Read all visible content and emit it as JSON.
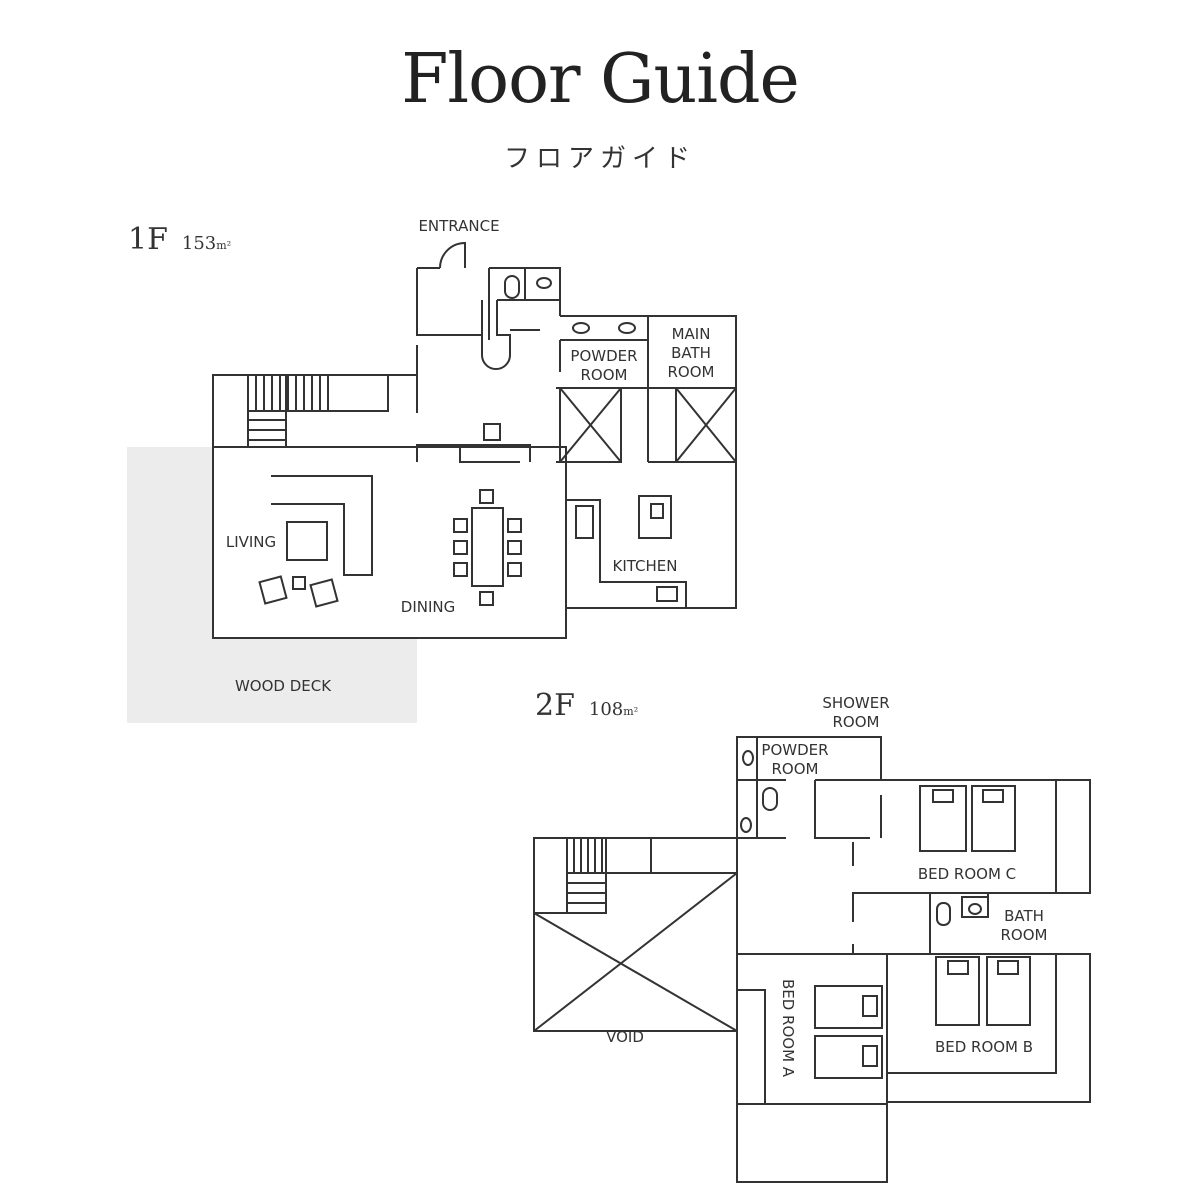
{
  "header": {
    "title": "Floor Guide",
    "subtitle": "フロアガイド"
  },
  "floor1": {
    "label": "1F",
    "area": "153",
    "unit": "m²",
    "rooms": {
      "entrance": "ENTRANCE",
      "powder_room_1": "POWDER",
      "powder_room_2": "ROOM",
      "main_bath_1": "MAIN",
      "main_bath_2": "BATH",
      "main_bath_3": "ROOM",
      "living": "LIVING",
      "dining": "DINING",
      "kitchen": "KITCHEN",
      "wood_deck": "WOOD DECK"
    }
  },
  "floor2": {
    "label": "2F",
    "area": "108",
    "unit": "m²",
    "rooms": {
      "shower_room_1": "SHOWER",
      "shower_room_2": "ROOM",
      "powder_room_1": "POWDER",
      "powder_room_2": "ROOM",
      "bed_room_c": "BED ROOM C",
      "bath_room_1": "BATH",
      "bath_room_2": "ROOM",
      "void": "VOID",
      "bed_room_a": "BED ROOM A",
      "bed_room_b": "BED ROOM B"
    }
  },
  "colors": {
    "line": "#333333",
    "deck": "#ececec"
  }
}
